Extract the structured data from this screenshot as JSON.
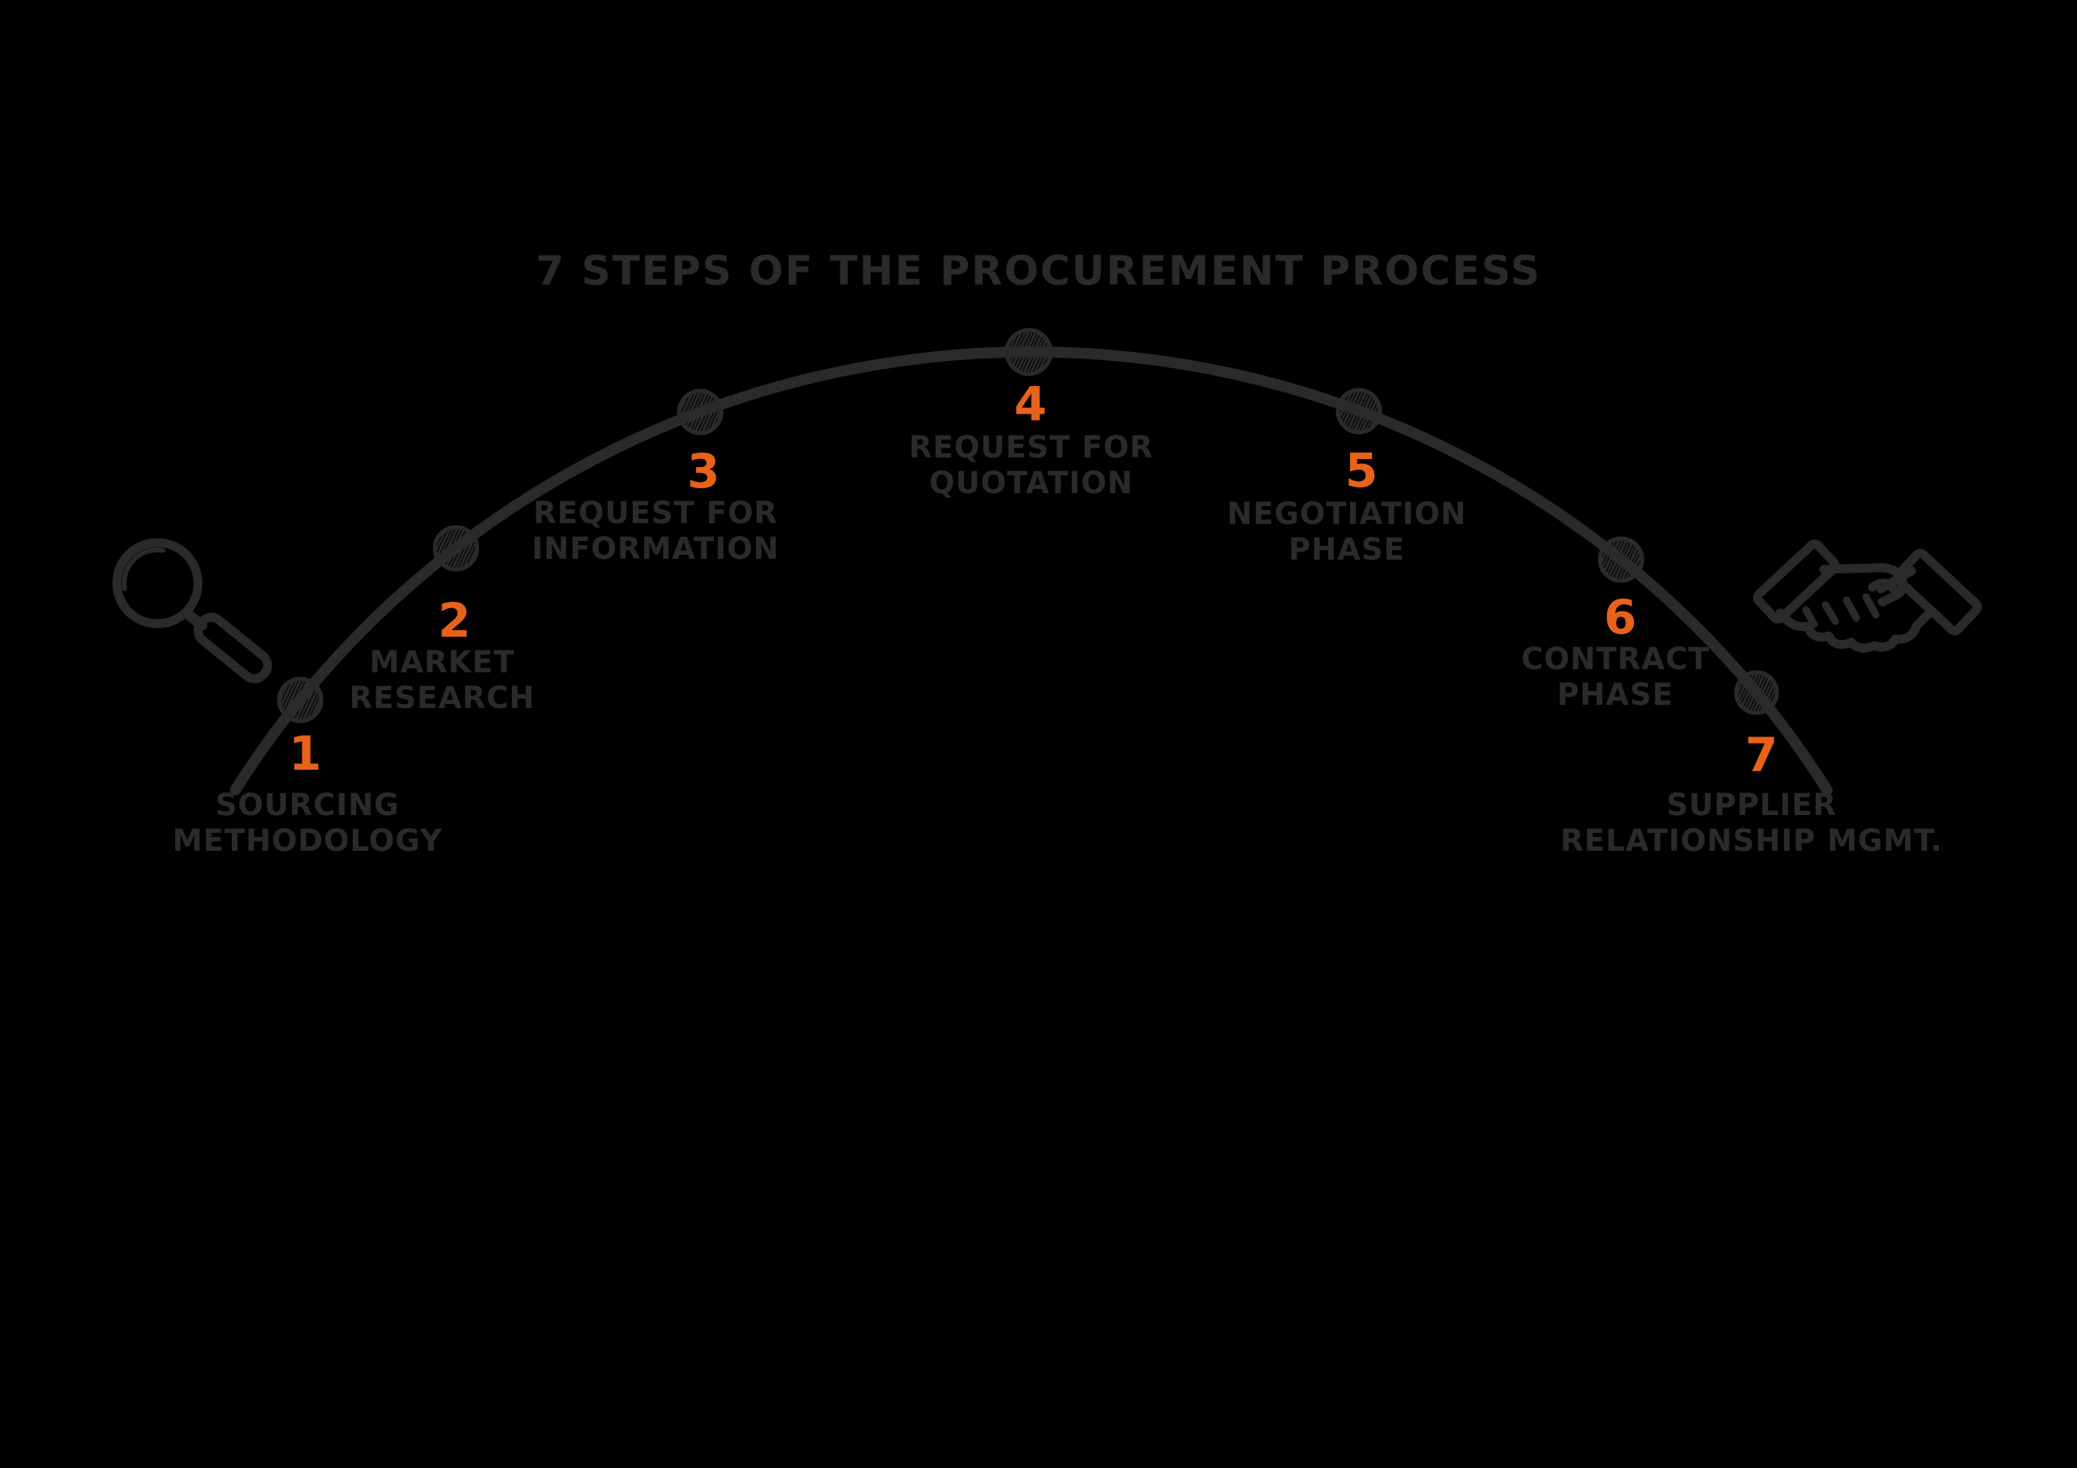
{
  "title": "7 STEPS OF THE PROCUREMENT PROCESS",
  "steps": [
    {
      "number": "1",
      "line1": "SOURCING",
      "line2": "METHODOLOGY"
    },
    {
      "number": "2",
      "line1": "MARKET",
      "line2": "RESEARCH"
    },
    {
      "number": "3",
      "line1": "REQUEST FOR",
      "line2": "INFORMATION"
    },
    {
      "number": "4",
      "line1": "REQUEST FOR",
      "line2": "QUOTATION"
    },
    {
      "number": "5",
      "line1": "NEGOTIATION",
      "line2": "PHASE"
    },
    {
      "number": "6",
      "line1": "CONTRACT",
      "line2": "PHASE"
    },
    {
      "number": "7",
      "line1": "SUPPLIER",
      "line2": "RELATIONSHIP MGMT."
    }
  ],
  "icons": {
    "left": "magnifying-glass-icon",
    "right": "handshake-icon"
  },
  "colors": {
    "background": "#000000",
    "ink": "#2b2a28",
    "accent_orange": "#e8621a"
  }
}
